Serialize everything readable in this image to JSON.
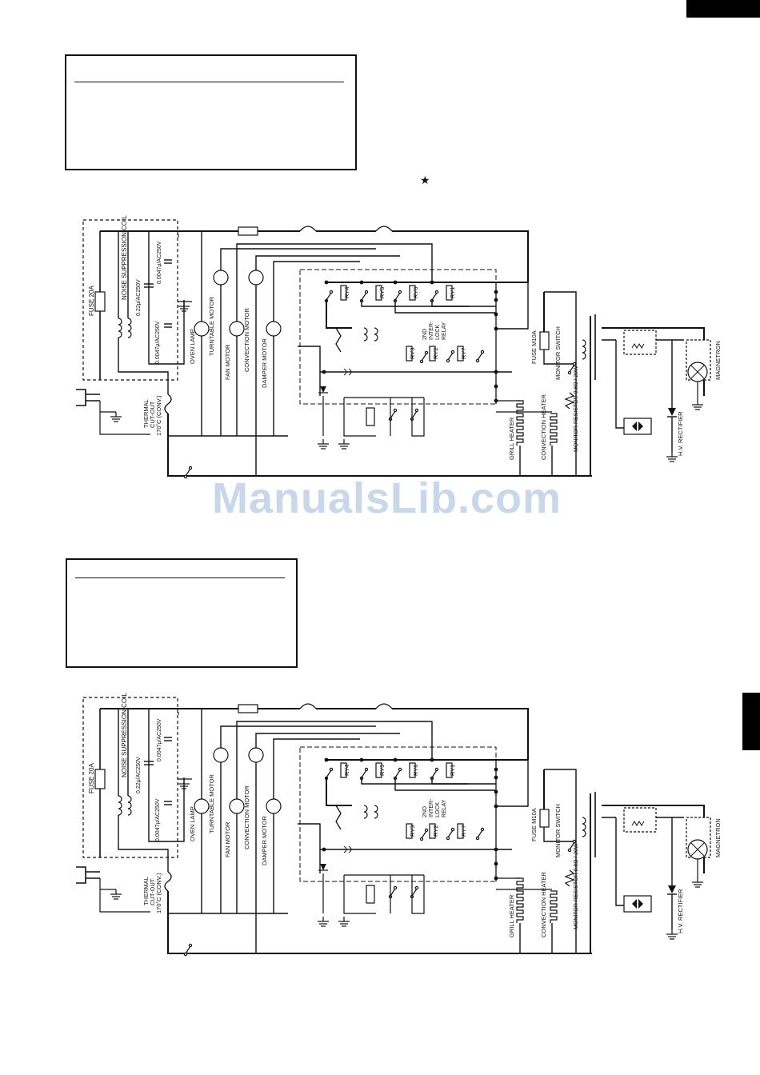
{
  "page": {
    "watermark": "ManualsLib.com",
    "star_symbol": "★"
  },
  "diagram": {
    "labels": {
      "fuse_20a": "FUSE 20A",
      "noise_coil": "NOISE SUPPRESSION COIL",
      "cap_0047": "0.0047μ/AC250V",
      "cap_022": "0.22μ/AC250V",
      "cap_0047_b": "0.0047μ/AC250V",
      "oven_lamp": "OVEN LAMP",
      "turntable_motor": "TURNTABLE MOTOR",
      "fan_motor": "FAN MOTOR",
      "convection_motor": "CONVECTION MOTOR",
      "damper_motor": "DAMPER MOTOR",
      "thermal_cutout_1": "THERMAL",
      "thermal_cutout_2": "CUT-OUT",
      "thermal_cutout_3": "170˚C (CONV.)",
      "ry1": "RY1",
      "ry2": "RY2",
      "ry3": "RY3",
      "ry4": "RY4",
      "ry5": "RY5",
      "ry6": "RY6",
      "ry7": "RY7",
      "interlock_1": "2ND",
      "interlock_2": "INTER-",
      "interlock_3": "LOCK",
      "interlock_4": "RELAY",
      "fuse_m10a": "FUSE M10A",
      "monitor_switch": "MONITOR SWITCH",
      "monitor_resistor": "MONITOR RESISTOR 0.8Ω / 20W",
      "grill_heater": "GRILL HEATER",
      "convection_heater": "CONVECTION HEATER",
      "hv_rectifier": "H.V. RECTIFIER",
      "magnetron": "MAGNETRON"
    }
  }
}
